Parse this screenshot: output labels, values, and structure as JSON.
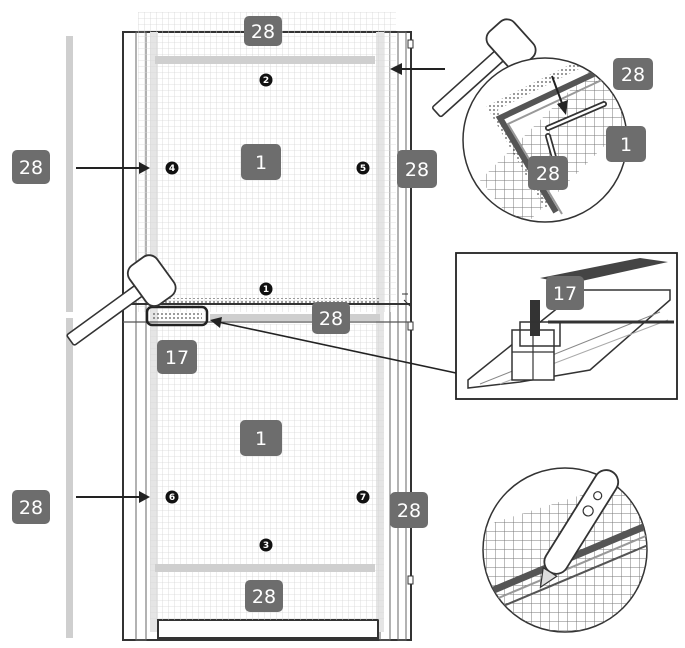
{
  "callouts": {
    "screen_mesh": "1",
    "clip_strip": "17",
    "frame_strip": "28"
  },
  "fix_points": [
    "1",
    "2",
    "3",
    "4",
    "5",
    "6",
    "7"
  ],
  "colors": {
    "badge_fill": "#6d6d6d",
    "frame_stroke": "#333333",
    "guide_bar": "#cfcfcf",
    "mesh_line": "#d6d6d6"
  },
  "icons": [
    "mallet-icon",
    "arrow-icon",
    "cutter-knife-icon",
    "profile-section-icon"
  ]
}
